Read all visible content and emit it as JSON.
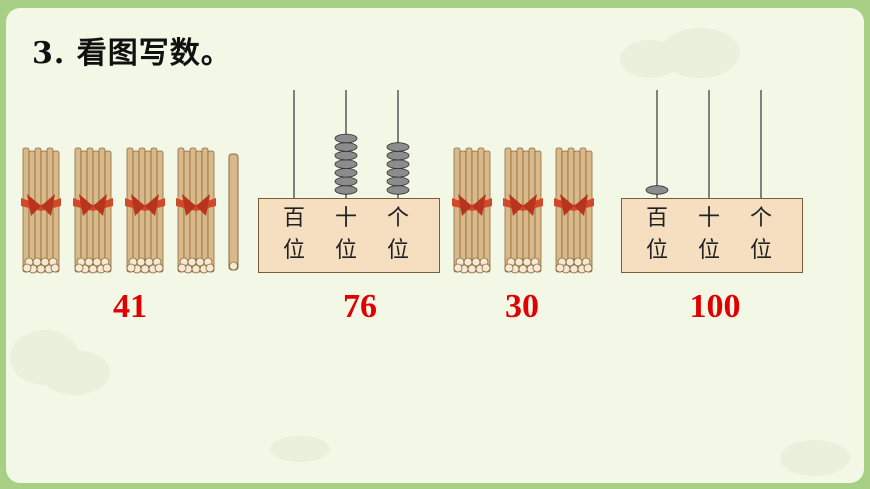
{
  "title": "3. 看图写数。",
  "answers": [
    "41",
    "76",
    "30",
    "100"
  ],
  "abacus_1": {
    "labels": [
      [
        "百",
        "位"
      ],
      [
        "十",
        "位"
      ],
      [
        "个",
        "位"
      ]
    ],
    "beads": [
      0,
      7,
      6
    ]
  },
  "abacus_2": {
    "labels": [
      [
        "百",
        "位"
      ],
      [
        "十",
        "位"
      ],
      [
        "个",
        "位"
      ]
    ],
    "beads": [
      1,
      0,
      0
    ]
  },
  "bundles": {
    "group_1": 4,
    "singles_1": 1,
    "group_2": 3
  },
  "colors": {
    "answer": "#e00000",
    "stick": "#d9b98a",
    "ribbon": "#d1482a",
    "bead": "#8c8c8c"
  }
}
